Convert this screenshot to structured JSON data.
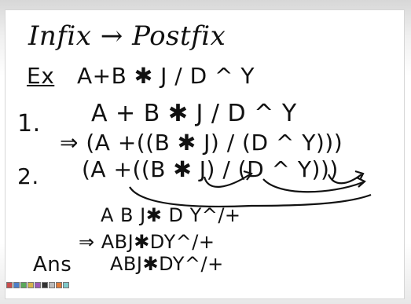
{
  "board": {
    "title": "Infix → Postfix",
    "example_label": "Ex",
    "example_expr": "A+B ✱ J / D ^ Y",
    "step1_num": "1.",
    "step1_expr": "A  +  B  ✱  J  /  D  ^ Y",
    "paren_expr": "⇒ (A  +((B   ✱  J) / (D  ^ Y)))",
    "step2_num": "2.",
    "step2_expr": "(A  +((B   ✱  J) / (D  ^ Y)))",
    "postfix_pieces": "A      B             J✱       D        Y^/+",
    "postfix_arrow": "⇒ ABJ✱DY^/+",
    "answer_label": "Ans",
    "answer_expr": "ABJ✱DY^/+"
  },
  "colors": {
    "ink": "#111111",
    "toolbar": [
      "#c94d4d",
      "#4d7fc9",
      "#5aa85a",
      "#d6b34a",
      "#9b59b6",
      "#333333",
      "#bbbbbb",
      "#e07b39",
      "#7fc9c9"
    ]
  }
}
